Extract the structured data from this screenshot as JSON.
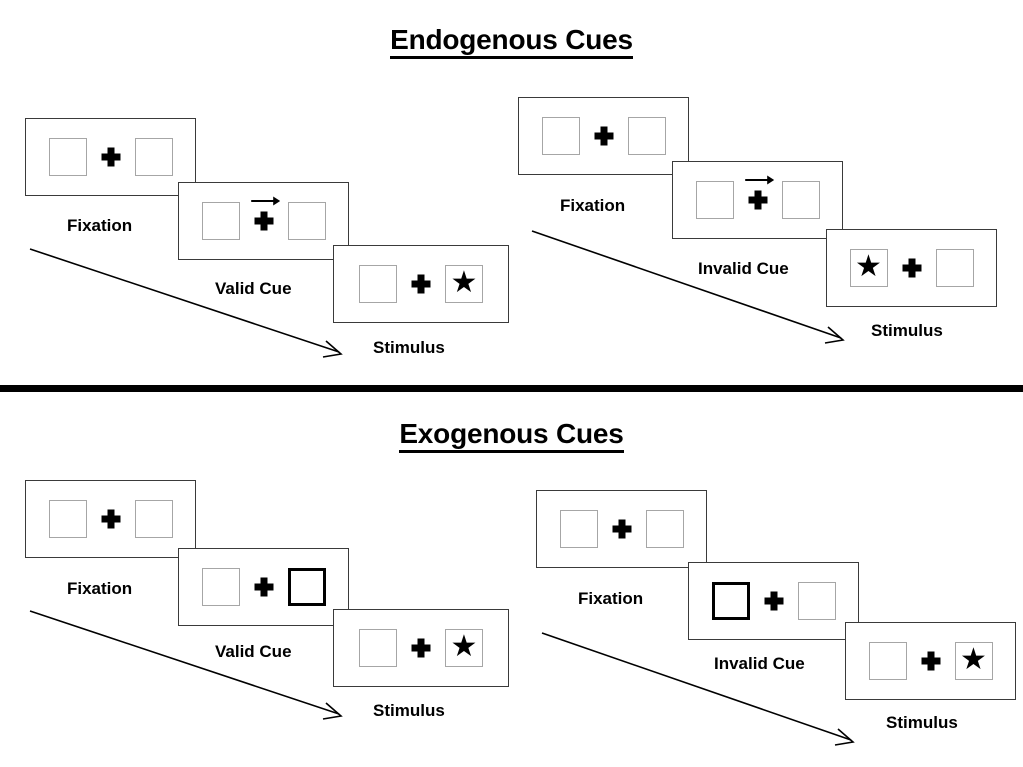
{
  "figure": {
    "type": "posner-cueing-paradigm-diagram",
    "background": "#ffffff",
    "box_border_color": "#3a3a3a",
    "square_border_color": "#a6a6a6",
    "cued_square_border_color": "#000000",
    "accent_color": "#000000"
  },
  "sections": [
    {
      "id": "endogenous",
      "title": "Endogenous Cues",
      "sequences": [
        {
          "id": "endogenous-valid",
          "cue_type": "arrow",
          "frames": [
            {
              "caption": "Fixation",
              "left_square": "empty",
              "right_square": "empty",
              "cue": "none",
              "arrow": false
            },
            {
              "caption": "Valid Cue",
              "left_square": "empty",
              "right_square": "empty",
              "cue": "arrow-right",
              "arrow": true
            },
            {
              "caption": "Stimulus",
              "left_square": "empty",
              "right_square": "star",
              "cue": "none",
              "arrow": false
            }
          ]
        },
        {
          "id": "endogenous-invalid",
          "cue_type": "arrow",
          "frames": [
            {
              "caption": "Fixation",
              "left_square": "empty",
              "right_square": "empty",
              "cue": "none",
              "arrow": false
            },
            {
              "caption": "Invalid Cue",
              "left_square": "empty",
              "right_square": "empty",
              "cue": "arrow-right",
              "arrow": true
            },
            {
              "caption": "Stimulus",
              "left_square": "star",
              "right_square": "empty",
              "cue": "none",
              "arrow": false
            }
          ]
        }
      ]
    },
    {
      "id": "exogenous",
      "title": "Exogenous Cues",
      "sequences": [
        {
          "id": "exogenous-valid",
          "cue_type": "box-flash",
          "frames": [
            {
              "caption": "Fixation",
              "left_square": "empty",
              "right_square": "empty",
              "cue": "none",
              "arrow": false
            },
            {
              "caption": "Valid Cue",
              "left_square": "empty",
              "right_square": "cued",
              "cue": "box-right",
              "arrow": false
            },
            {
              "caption": "Stimulus",
              "left_square": "empty",
              "right_square": "star",
              "cue": "none",
              "arrow": false
            }
          ]
        },
        {
          "id": "exogenous-invalid",
          "cue_type": "box-flash",
          "frames": [
            {
              "caption": "Fixation",
              "left_square": "empty",
              "right_square": "empty",
              "cue": "none",
              "arrow": false
            },
            {
              "caption": "Invalid Cue",
              "left_square": "cued",
              "right_square": "empty",
              "cue": "box-left",
              "arrow": false
            },
            {
              "caption": "Stimulus",
              "left_square": "empty",
              "right_square": "star",
              "cue": "none",
              "arrow": false
            }
          ]
        }
      ]
    }
  ],
  "glyphs": {
    "star": "★",
    "fixation_cross": "plus-sign",
    "cue_arrow": "arrow-right-icon",
    "timeline_arrow": "diagonal-arrow-icon"
  }
}
